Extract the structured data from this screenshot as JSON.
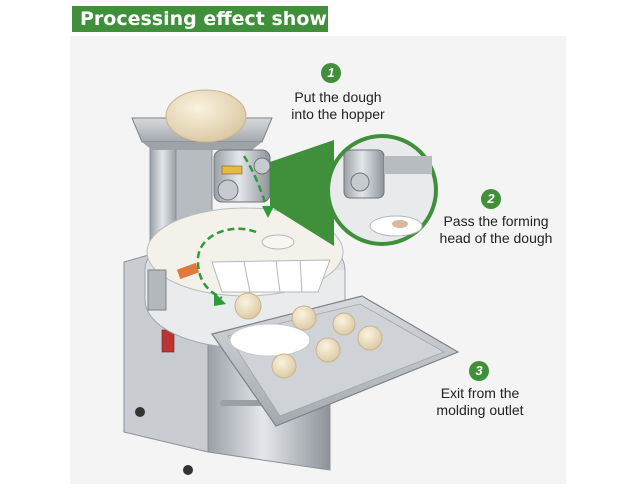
{
  "banner": {
    "title": "Processing effect show"
  },
  "steps": [
    {
      "number": "1",
      "lines": [
        "Put the dough",
        "into the hopper"
      ]
    },
    {
      "number": "2",
      "lines": [
        "Pass the forming",
        "head of the dough"
      ]
    },
    {
      "number": "3",
      "lines": [
        "Exit from the",
        "molding outlet"
      ]
    }
  ],
  "colors": {
    "brand_green": "#3f8f3b",
    "arrow_green": "#2f9a3a",
    "background": "#f4f4f4"
  }
}
